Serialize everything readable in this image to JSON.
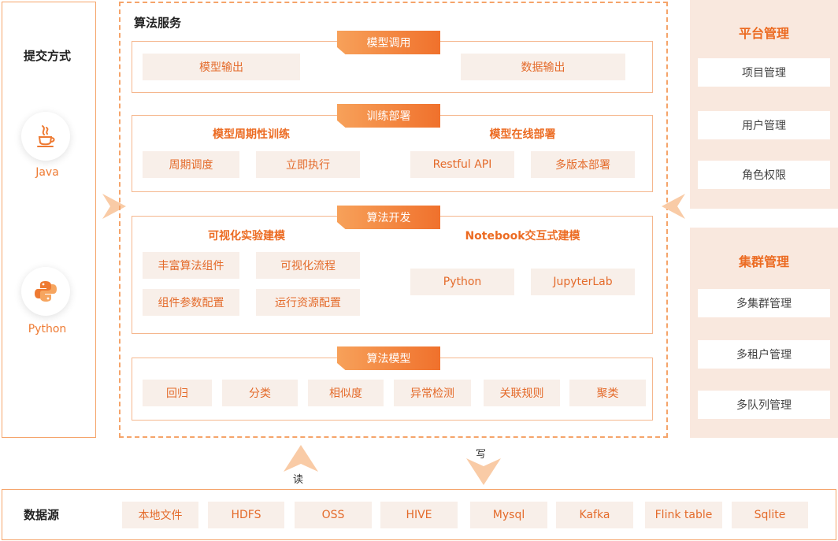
{
  "submit": {
    "title": "提交方式",
    "languages": [
      {
        "label": "Java",
        "icon": "java-icon"
      },
      {
        "label": "Python",
        "icon": "python-icon"
      }
    ]
  },
  "service": {
    "title": "算法服务",
    "model_call": {
      "tab": "模型调用",
      "items": [
        "模型输出",
        "数据输出"
      ]
    },
    "train_deploy": {
      "tab": "训练部署",
      "periodic": {
        "title": "模型周期性训练",
        "items": [
          "周期调度",
          "立即执行"
        ]
      },
      "online": {
        "title": "模型在线部署",
        "items": [
          "Restful API",
          "多版本部署"
        ]
      }
    },
    "dev": {
      "tab": "算法开发",
      "visual": {
        "title": "可视化实验建模",
        "items": [
          "丰富算法组件",
          "可视化流程",
          "组件参数配置",
          "运行资源配置"
        ]
      },
      "notebook": {
        "title": "Notebook交互式建模",
        "items": [
          "Python",
          "JupyterLab"
        ]
      }
    },
    "models": {
      "tab": "算法模型",
      "items": [
        "回归",
        "分类",
        "相似度",
        "异常检测",
        "关联规则",
        "聚类"
      ]
    }
  },
  "platform": {
    "title": "平台管理",
    "items": [
      "项目管理",
      "用户管理",
      "角色权限"
    ]
  },
  "cluster": {
    "title": "集群管理",
    "items": [
      "多集群管理",
      "多租户管理",
      "多队列管理"
    ]
  },
  "flow": {
    "read": "读",
    "write": "写"
  },
  "datasource": {
    "title": "数据源",
    "items": [
      "本地文件",
      "HDFS",
      "OSS",
      "HIVE",
      "Mysql",
      "Kafka",
      "Flink table",
      "Sqlite"
    ]
  },
  "colors": {
    "accent": "#ee7a32",
    "panel_bg": "#f9e8de",
    "chip_bg": "#f8efe9"
  }
}
